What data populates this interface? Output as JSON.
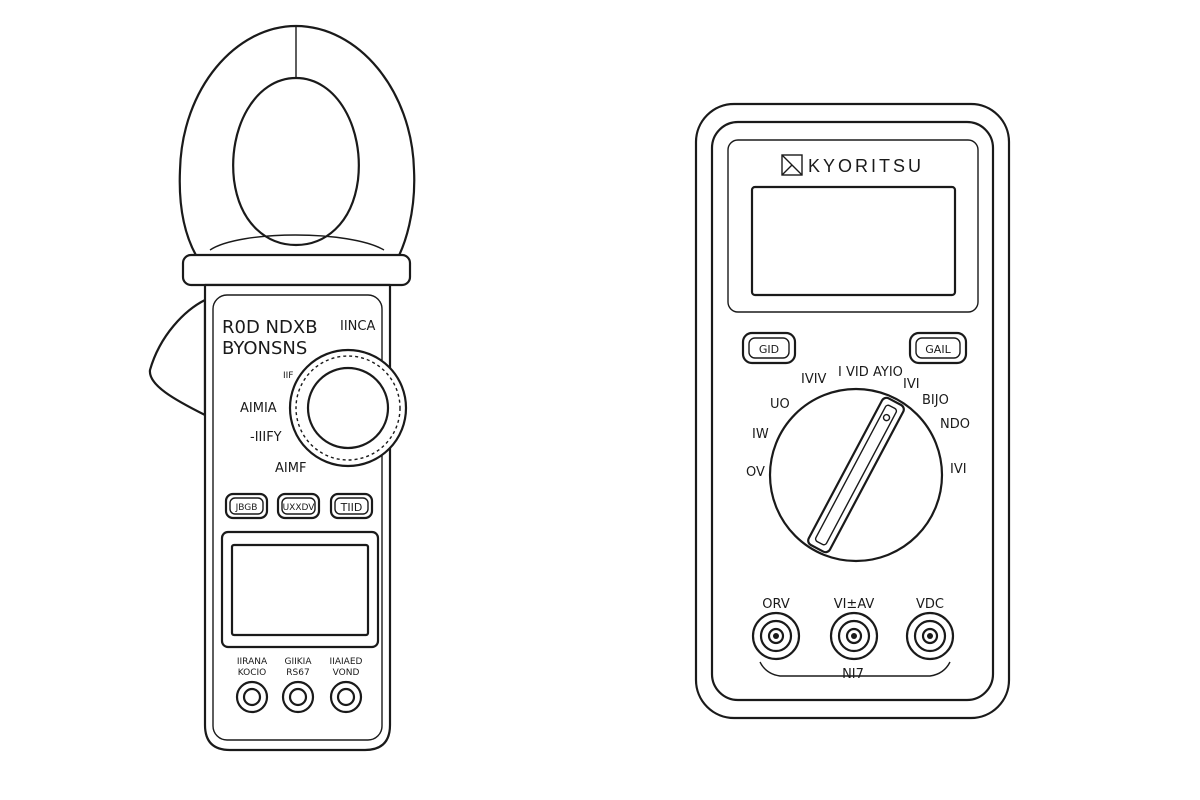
{
  "clamp_meter": {
    "brand_line1": "R0D NDXB",
    "brand_line2": "BYONSNS",
    "top_right_label": "IINCA",
    "dial_labels": [
      "IIF",
      "AIMIA",
      "-IIIFY",
      "AIMF"
    ],
    "buttons": [
      "JBGB",
      "UXXDV",
      "TIID"
    ],
    "bottom_labels": [
      {
        "line1": "IIRANA",
        "line2": "KOCIO"
      },
      {
        "line1": "GIIKIA",
        "line2": "RS67"
      },
      {
        "line1": "IIAIAED",
        "line2": "VOND"
      }
    ]
  },
  "multimeter": {
    "brand": "KYORITSU",
    "button_left": "GID",
    "button_right": "GAIL",
    "dial_labels": [
      "IVIV",
      "I VID",
      "AYIO",
      "IVI",
      "UO",
      "BIJO",
      "IW",
      "NDO",
      "OV",
      "IVI"
    ],
    "terminal_labels": [
      "ORV",
      "VI±AV",
      "VDC"
    ],
    "terminal_bottom": "NI7"
  },
  "colors": {
    "stroke": "#1a1a1a",
    "background": "#ffffff"
  }
}
